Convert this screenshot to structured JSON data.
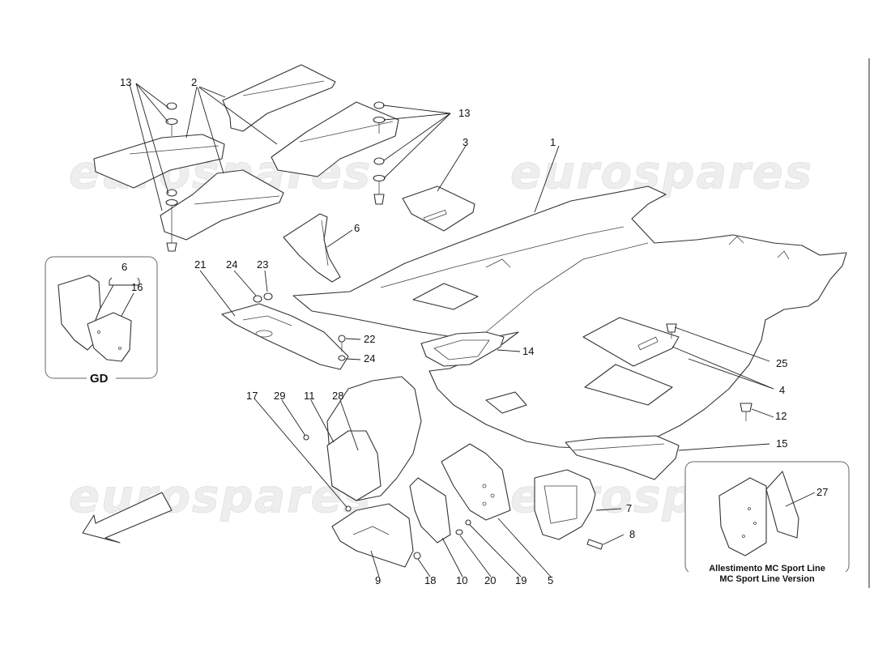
{
  "watermark": "eurospares",
  "callouts": {
    "c1": "1",
    "c2": "2",
    "c3": "3",
    "c4": "4",
    "c5": "5",
    "c6": "6",
    "c7": "7",
    "c8": "8",
    "c9": "9",
    "c10": "10",
    "c11": "11",
    "c12": "12",
    "c13": "13",
    "c14": "14",
    "c15": "15",
    "c16": "16",
    "c17": "17",
    "c18": "18",
    "c19": "19",
    "c20": "20",
    "c21": "21",
    "c22": "22",
    "c23": "23",
    "c24": "24",
    "c25": "25",
    "c27": "27",
    "c28": "28",
    "c29": "29"
  },
  "inset_gd": {
    "label": "GD",
    "part_a": "6",
    "part_b": "16"
  },
  "inset_sport": {
    "part": "27",
    "line1": "Allestimento MC Sport Line",
    "line2": "MC Sport Line Version"
  }
}
